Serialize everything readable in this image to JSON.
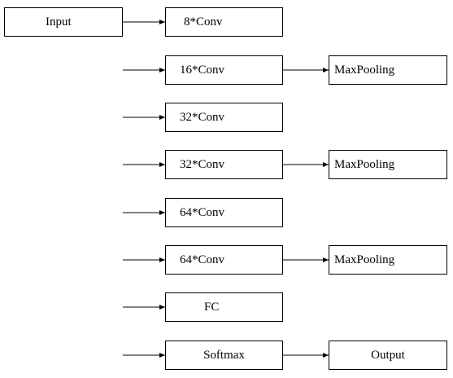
{
  "nodes": {
    "input": "Input",
    "conv1": "8*Conv",
    "conv2": "16*Conv",
    "pool1": "MaxPooling",
    "conv3": "32*Conv",
    "conv4": "32*Conv",
    "pool2": "MaxPooling",
    "conv5": "64*Conv",
    "conv6": "64*Conv",
    "pool3": "MaxPooling",
    "fc": "FC",
    "softmax": "Softmax",
    "output": "Output"
  },
  "colors": {
    "stroke": "#000000",
    "background": "#ffffff"
  }
}
